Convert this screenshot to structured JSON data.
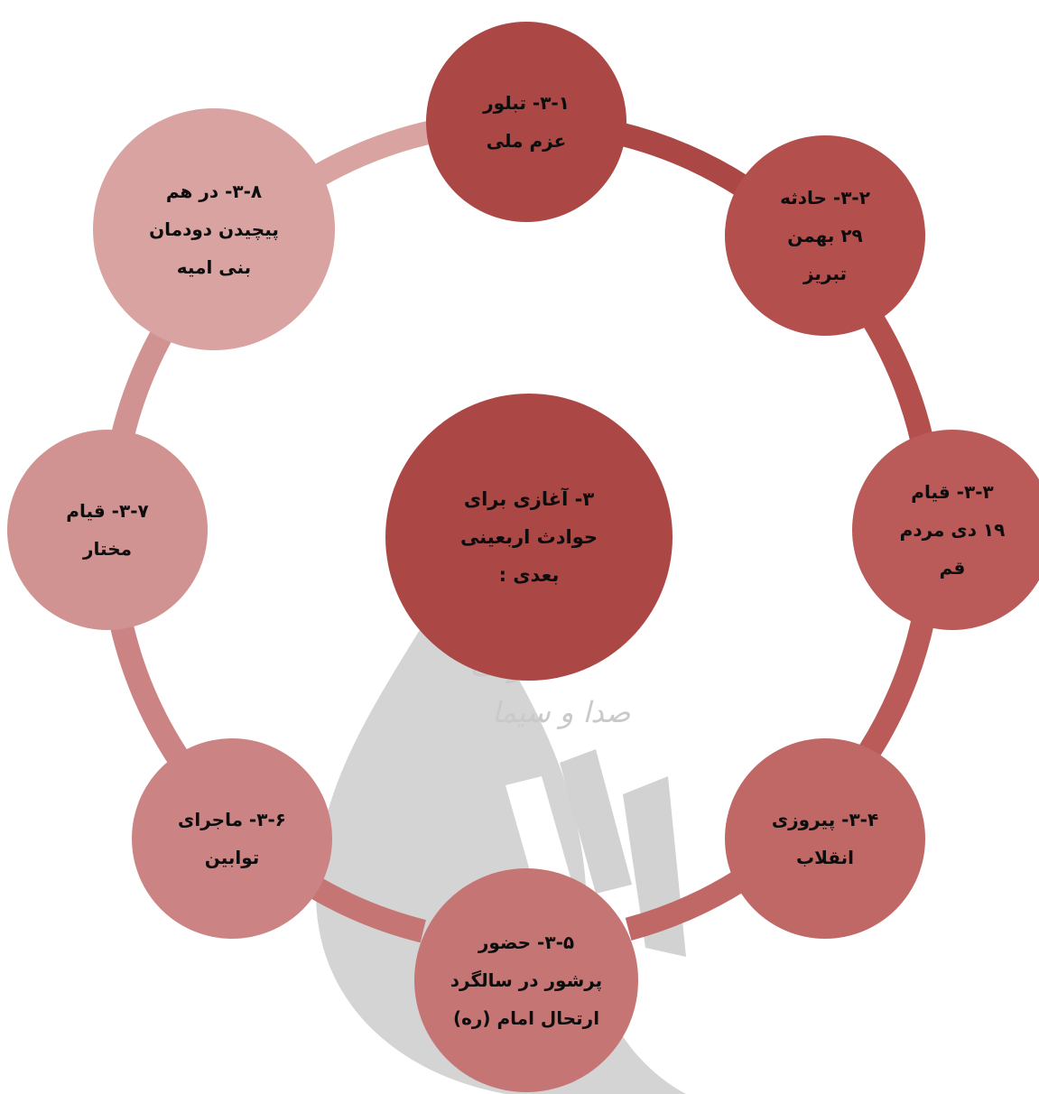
{
  "watermark": {
    "line1": "معاونت",
    "line2": "صدا و سیما",
    "icon": "broadcast-emblem-watermark",
    "color": "#c9c9c9"
  },
  "center": {
    "lines": [
      "۳- آغازی برای",
      "حوادث اربعینی",
      "بعدی :"
    ],
    "color": "#ab4745"
  },
  "ring_color_note": "connector arcs use the colour of their source node",
  "nodes": [
    {
      "id": "3-1",
      "lines": [
        "۳-۱- تبلور",
        "عزم ملی"
      ],
      "color": "#ab4745"
    },
    {
      "id": "3-2",
      "lines": [
        "۳-۲- حادثه",
        "۲۹ بهمن",
        "تبریز"
      ],
      "color": "#b34f4d"
    },
    {
      "id": "3-3",
      "lines": [
        "۳-۳- قیام",
        "۱۹ دی مردم",
        "قم"
      ],
      "color": "#ba5b59"
    },
    {
      "id": "3-4",
      "lines": [
        "۳-۴- پیروزی",
        "انقلاب"
      ],
      "color": "#c06866"
    },
    {
      "id": "3-5",
      "lines": [
        "۳-۵- حضور",
        "پرشور در سالگرد",
        "ارتحال امام (ره)"
      ],
      "color": "#c57674"
    },
    {
      "id": "3-6",
      "lines": [
        "۳-۶- ماجرای",
        "توابین"
      ],
      "color": "#cb8483"
    },
    {
      "id": "3-7",
      "lines": [
        "۳-۷- قیام",
        "مختار"
      ],
      "color": "#d19392"
    },
    {
      "id": "3-8",
      "lines": [
        "۳-۸- در هم",
        "پیچیدن دودمان",
        "بنی امیه"
      ],
      "color": "#d9a3a2"
    }
  ]
}
